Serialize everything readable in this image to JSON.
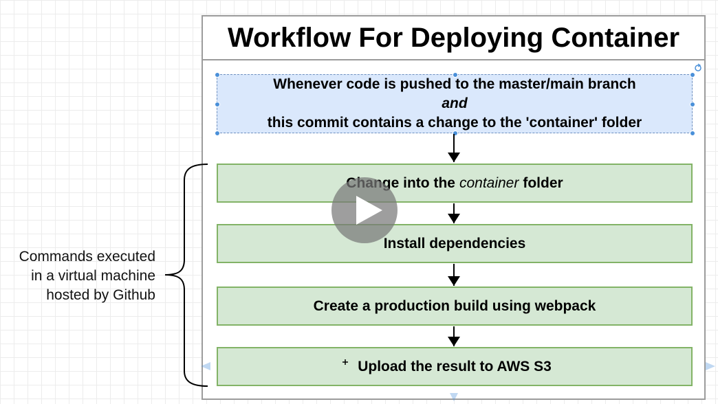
{
  "title": "Workflow For Deploying Container",
  "trigger": {
    "line1": "Whenever code is pushed to the master/main branch",
    "line2": "and",
    "line3": "this commit contains a change to the 'container' folder"
  },
  "steps": {
    "step1_before": "Change into the",
    "step1_em": "container",
    "step1_after": "folder",
    "step2": "Install dependencies",
    "step3": "Create a production build using webpack",
    "step4": "Upload the result to AWS S3"
  },
  "note": {
    "line1": "Commands executed",
    "line2": "in a virtual machine",
    "line3": "hosted by Github"
  },
  "colors": {
    "trigger_fill": "#dae8fc",
    "trigger_border": "#6c8ebf",
    "step_fill": "#d5e8d4",
    "step_border": "#82b366",
    "frame_border": "#9b9b9b"
  },
  "icons": [
    "play-icon",
    "rotate-icon",
    "crosshair-icon"
  ]
}
